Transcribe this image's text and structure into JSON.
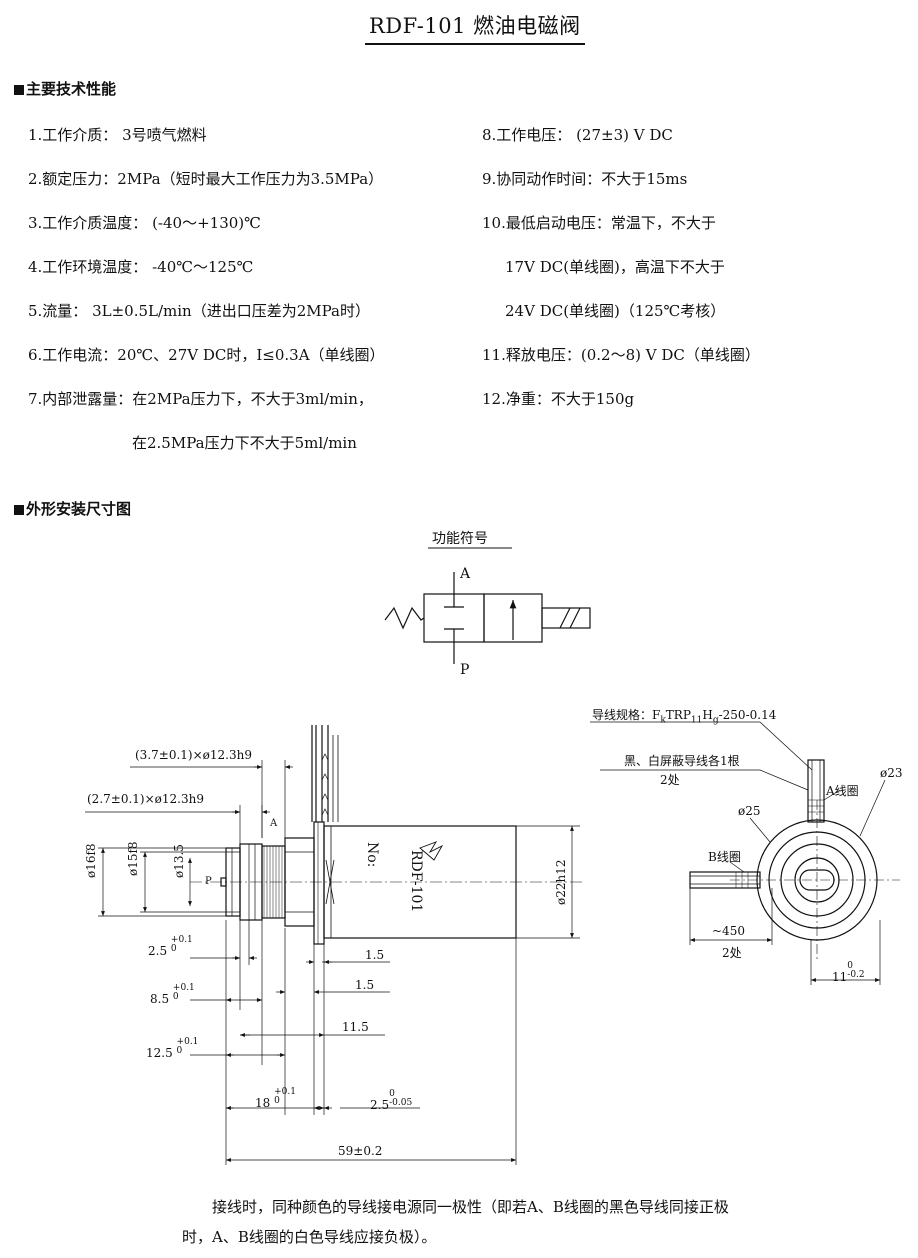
{
  "title": "RDF-101 燃油电磁阀",
  "sections": {
    "performance": "主要技术性能",
    "dimensions": "外形安装尺寸图"
  },
  "specs_left": [
    "1.工作介质： 3号喷气燃料",
    "2.额定压力：2MPa（短时最大工作压力为3.5MPa）",
    "3.工作介质温度： (-40～+130)℃",
    "4.工作环境温度： -40℃～125℃",
    "5.流量： 3L±0.5L/min（进出口压差为2MPa时）",
    "6.工作电流：20℃、27V DC时，I≤0.3A（单线圈）",
    "7.内部泄露量：在2MPa压力下，不大于3ml/min，",
    "在2.5MPa压力下不大于5ml/min"
  ],
  "specs_right": [
    "8.工作电压： (27±3) V DC",
    "9.协同动作时间：不大于15ms",
    "10.最低启动电压：常温下，不大于",
    "17V DC(单线圈)，高温下不大于",
    "24V DC(单线圈)（125℃考核）",
    "11.释放电压：(0.2～8) V DC（单线圈）",
    "12.净重：不大于150g"
  ],
  "symbol": {
    "title": "功能符号",
    "port_a": "A",
    "port_p": "P"
  },
  "side_view": {
    "dim_upper": "(3.7±0.1)×ø12.3h9",
    "dim_lower": "(2.7±0.1)×ø12.3h9",
    "port_a": "A",
    "port_p": "P",
    "d16": "ø16f8",
    "d15": "ø15f8",
    "d13": "ø13.5",
    "d22": "ø22h12",
    "body_no": "No:",
    "body_model": "RDF-101",
    "len_2_5": "2.5",
    "len_8_5": "8.5",
    "len_12_5": "12.5",
    "len_18": "18",
    "tol_up": "+0.1",
    "tol_zero": "0",
    "len_1_5a": "1.5",
    "len_1_5b": "1.5",
    "len_11_5": "11.5",
    "len_2_5b": "2.5",
    "tol_2_5b_up": "0",
    "tol_2_5b_low": "-0.05",
    "total": "59±0.2"
  },
  "end_view": {
    "wire_spec_prefix": "导线规格：F",
    "wire_spec_sub1": "k",
    "wire_spec_mid1": "TRP",
    "wire_spec_sub2": "11",
    "wire_spec_mid2": "H",
    "wire_spec_sub3": "g",
    "wire_spec_tail": "-250-0.14",
    "wire_desc": "黑、白屏蔽导线各1根",
    "wire_count": "2处",
    "coil_a": "A线圈",
    "coil_b": "B线圈",
    "d23": "ø23",
    "d25": "ø25",
    "lead_len": "~450",
    "lead_count": "2处",
    "w11": "11",
    "w11_up": "0",
    "w11_low": "-0.2"
  },
  "note": "接线时，同种颜色的导线接电源同一极性（即若A、B线圈的黑色导线同接正极时，A、B线圈的白色导线应接负极）。"
}
